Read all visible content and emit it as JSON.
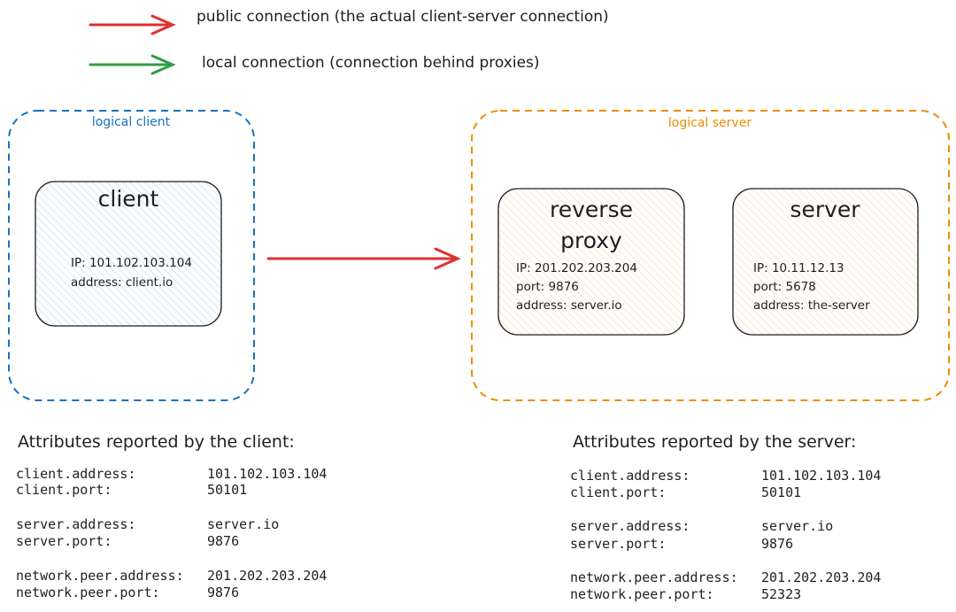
{
  "legend": [
    {
      "label": "public connection (the actual client-server connection)",
      "color": "#e03131",
      "icon": "red-arrow"
    },
    {
      "label": "local connection (connection behind proxies)",
      "color": "#2f9e44",
      "icon": "green-arrow"
    }
  ],
  "client_group": {
    "label": "logical client",
    "color": "#1971c2",
    "client": {
      "title": "client",
      "fill": "#a5d8ff",
      "lines": [
        "IP: 101.102.103.104",
        "address: client.io"
      ]
    }
  },
  "server_group": {
    "label": "logical server",
    "color": "#f08c00",
    "proxy": {
      "title_lines": [
        "reverse",
        "proxy"
      ],
      "fill": "#ffd8a8",
      "lines": [
        "IP: 201.202.203.204",
        "port: 9876",
        "address: server.io"
      ]
    },
    "server": {
      "title": "server",
      "fill": "#ffd8a8",
      "lines": [
        "IP: 10.11.12.13",
        "port: 5678",
        "address: the-server"
      ]
    }
  },
  "client_attributes": {
    "title": "Attributes reported by the client:",
    "rows": [
      {
        "key": "client.address:",
        "value": "101.102.103.104"
      },
      {
        "key": "client.port:",
        "value": "50101"
      },
      {
        "key": "server.address:",
        "value": "server.io"
      },
      {
        "key": "server.port:",
        "value": "9876"
      },
      {
        "key": "network.peer.address:",
        "value": "201.202.203.204"
      },
      {
        "key": "network.peer.port:",
        "value": "9876"
      }
    ]
  },
  "server_attributes": {
    "title": "Attributes reported by the server:",
    "rows": [
      {
        "key": "client.address:",
        "value": "101.102.103.104"
      },
      {
        "key": "client.port:",
        "value": "50101"
      },
      {
        "key": "server.address:",
        "value": "server.io"
      },
      {
        "key": "server.port:",
        "value": "9876"
      },
      {
        "key": "network.peer.address:",
        "value": "201.202.203.204"
      },
      {
        "key": "network.peer.port:",
        "value": "52323"
      }
    ]
  }
}
